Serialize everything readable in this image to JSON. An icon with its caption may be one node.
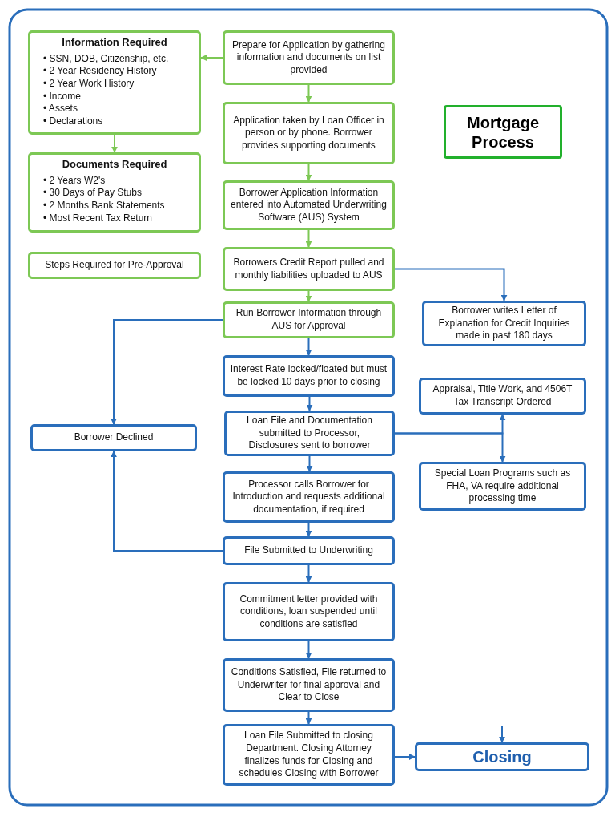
{
  "diagram": {
    "title": "Mortgage Process",
    "nodes": [
      {
        "text": [
          "Information Required",
          "• SSN, DOB, Citizenship, etc.",
          "• 2 Year Residency History",
          "• 2 Year Work History",
          "• Income",
          "• Assets",
          "• Declarations"
        ]
      },
      {
        "text": [
          "Prepare for Application by gathering information and documents on list provided"
        ]
      },
      {
        "text": [
          "Application taken by Loan Officer in person or by phone. Borrower provides supporting documents"
        ]
      },
      {
        "text": [
          "Documents Required",
          "• 2 Years W2's",
          "• 30 Days of Pay Stubs",
          "• 2 Months Bank Statements",
          "• Most Recent Tax Return"
        ]
      },
      {
        "text": [
          "Borrower Application Information entered into Automated Underwriting Software (AUS) System"
        ]
      },
      {
        "text": [
          "Steps Required for Pre-Approval"
        ]
      },
      {
        "text": [
          "Borrowers Credit Report pulled and monthly liabilities uploaded to AUS"
        ]
      },
      {
        "text": [
          "Run Borrower Information through AUS for Approval"
        ]
      },
      {
        "text": [
          "Borrower writes Letter of Explanation for Credit Inquiries made in past 180 days"
        ]
      },
      {
        "text": [
          "Interest Rate locked/floated but must be locked 10 days prior to closing"
        ]
      },
      {
        "text": [
          "Appraisal, Title Work, and 4506T Tax Transcript Ordered"
        ]
      },
      {
        "text": [
          "Borrower Declined"
        ]
      },
      {
        "text": [
          "Loan File and Documentation submitted to Processor, Disclosures sent to borrower"
        ]
      },
      {
        "text": [
          "Special Loan Programs such as FHA, VA require additional processing time"
        ]
      },
      {
        "text": [
          "Processor calls Borrower for Introduction and requests additional documentation, if required"
        ]
      },
      {
        "text": [
          "File Submitted to Underwriting"
        ]
      },
      {
        "text": [
          "Commitment letter provided with conditions, loan suspended until conditions are satisfied"
        ]
      },
      {
        "text": [
          "Conditions Satisfied, File returned to Underwriter for final approval and Clear to Close"
        ]
      },
      {
        "text": [
          "Loan File Submitted to closing Department. Closing Attorney finalizes funds for Closing and schedules Closing with Borrower"
        ]
      },
      {
        "text": [
          "Closing"
        ]
      }
    ],
    "edges": [
      {
        "from": 1,
        "to": 0,
        "arrow": "to",
        "color": "#7dc855"
      },
      {
        "from": 0,
        "to": 3,
        "arrow": "to",
        "color": "#7dc855"
      },
      {
        "from": 1,
        "to": 2,
        "arrow": "to",
        "color": "#7dc855"
      },
      {
        "from": 2,
        "to": 4,
        "arrow": "to",
        "color": "#7dc855"
      },
      {
        "from": 4,
        "to": 6,
        "arrow": "to",
        "color": "#7dc855"
      },
      {
        "from": 6,
        "to": 7,
        "arrow": "to",
        "color": "#7dc855"
      },
      {
        "from": 6,
        "to": 8,
        "arrow": "to"
      },
      {
        "from": 7,
        "to": 11,
        "arrow": "to"
      },
      {
        "from": 7,
        "to": 9,
        "arrow": "to"
      },
      {
        "from": 9,
        "to": 12,
        "arrow": "to"
      },
      {
        "from": 12,
        "to": 10,
        "arrow": "to"
      },
      {
        "from": 12,
        "to": 13,
        "arrow": "to"
      },
      {
        "from": 12,
        "to": 14,
        "arrow": "to"
      },
      {
        "from": 14,
        "to": 15,
        "arrow": "to"
      },
      {
        "from": 15,
        "to": 11,
        "arrow": "to"
      },
      {
        "from": 15,
        "to": 16,
        "arrow": "to"
      },
      {
        "from": 16,
        "to": 17,
        "arrow": "to"
      },
      {
        "from": 17,
        "to": 18,
        "arrow": "to"
      },
      {
        "from": 18,
        "to": 19,
        "arrow": "to"
      },
      {
        "from": null,
        "to": 19,
        "arrow": "to"
      }
    ]
  }
}
